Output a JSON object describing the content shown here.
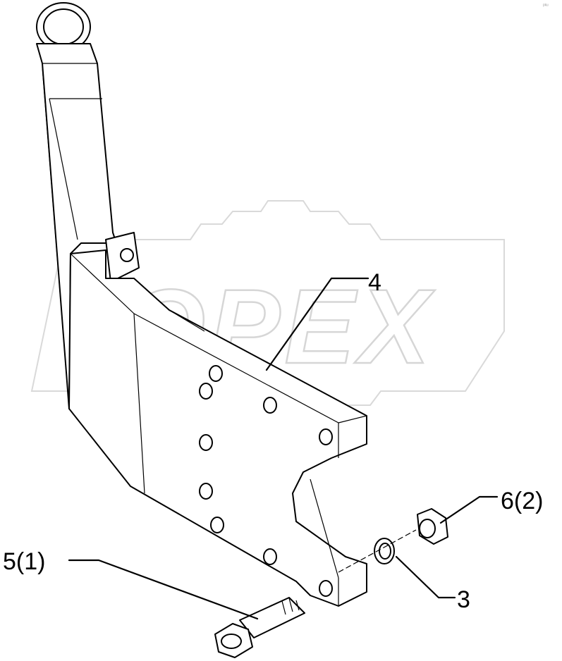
{
  "watermark": {
    "text": "OPEX"
  },
  "callouts": {
    "part_4": "4",
    "part_5": "5(1)",
    "part_6": "6(2)",
    "part_3": "3"
  },
  "corner_mark": "ᵖᵏᵘ"
}
